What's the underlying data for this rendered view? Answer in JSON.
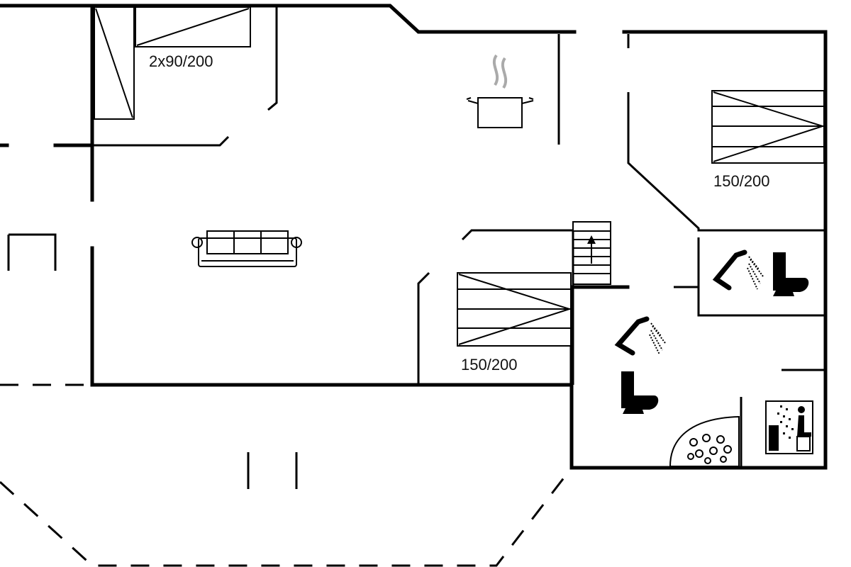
{
  "labels": {
    "bed_top": "2x90/200",
    "bed_right": "150/200",
    "bed_middle": "150/200"
  },
  "icons": [
    "kitchen-pot-icon",
    "sofa-icon",
    "stairs-up-icon",
    "shower-icon",
    "toilet-icon",
    "jacuzzi-icon",
    "sauna-icon"
  ],
  "colors": {
    "walls": "#000000",
    "background": "#ffffff"
  }
}
